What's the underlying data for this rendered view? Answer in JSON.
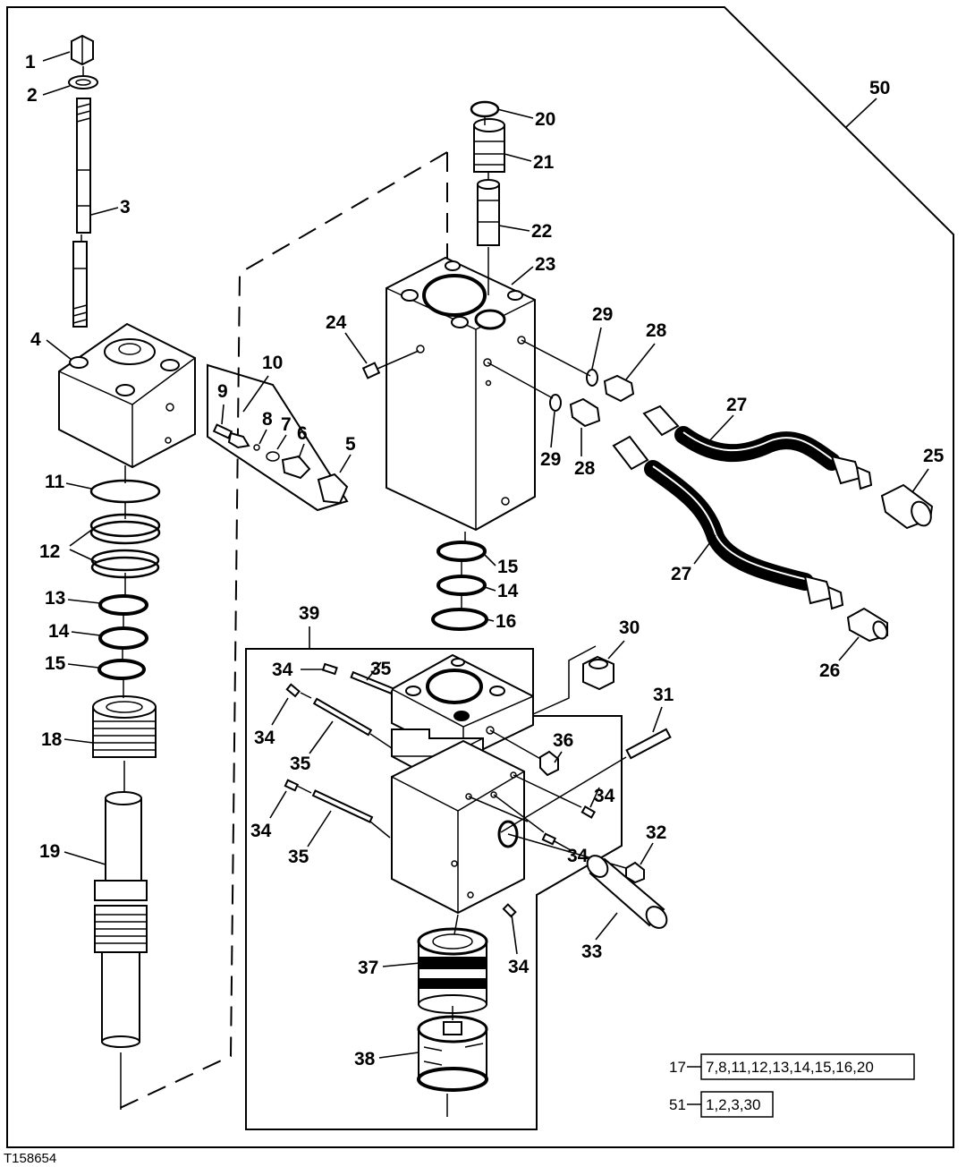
{
  "figure_id": "T158654",
  "assembly_label": "50",
  "sub_assembly_label": "39",
  "callouts": [
    "1",
    "2",
    "3",
    "4",
    "5",
    "6",
    "7",
    "8",
    "9",
    "10",
    "11",
    "12",
    "13",
    "14",
    "15",
    "16",
    "18",
    "19",
    "20",
    "21",
    "22",
    "23",
    "24",
    "25",
    "26",
    "27",
    "28",
    "29",
    "30",
    "31",
    "32",
    "33",
    "34",
    "35",
    "36",
    "37",
    "38"
  ],
  "kits": [
    {
      "number": "17",
      "parts": "7,8,11,12,13,14,15,16,20"
    },
    {
      "number": "51",
      "parts": "1,2,3,30"
    }
  ]
}
